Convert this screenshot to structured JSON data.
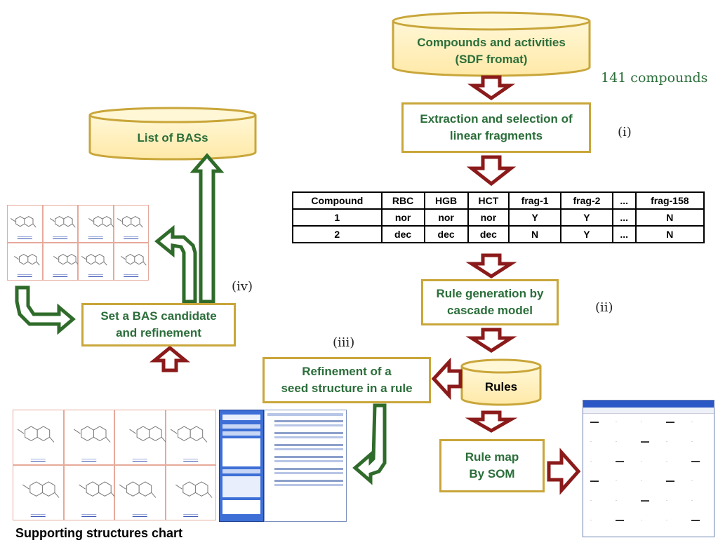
{
  "input": {
    "line1": "Compounds and activities",
    "line2": "(SDF fromat)"
  },
  "compound_count": "141 compounds",
  "extraction": {
    "line1": "Extraction and selection of",
    "line2": "linear fragments"
  },
  "step_labels": {
    "i": "(i)",
    "ii": "(ii)",
    "iii": "(iii)",
    "iv": "(iv)"
  },
  "table": {
    "headers": [
      "Compound",
      "RBC",
      "HGB",
      "HCT",
      "frag-1",
      "frag-2",
      "...",
      "frag-158"
    ],
    "rows": [
      [
        "1",
        "nor",
        "nor",
        "nor",
        "Y",
        "Y",
        "...",
        "N"
      ],
      [
        "2",
        "dec",
        "dec",
        "dec",
        "N",
        "Y",
        "...",
        "N"
      ]
    ]
  },
  "rule_generation": {
    "line1": "Rule generation by",
    "line2": "cascade model"
  },
  "rules": "Rules",
  "refinement": {
    "line1": "Refinement of a",
    "line2": "seed structure in a rule"
  },
  "rule_map": {
    "line1": "Rule map",
    "line2": "By SOM"
  },
  "bas_list": "List of BASs",
  "bas_candidate": {
    "line1": "Set a BAS candidate",
    "line2": "and refinement"
  },
  "supporting_caption": "Supporting structures chart",
  "colors": {
    "text_green": "#2b6e3a",
    "box_border": "#c9a63a",
    "arrow_red": "#8b1a1a",
    "arrow_green": "#2f6b2a",
    "cylinder_fill": "#fff2c4"
  }
}
